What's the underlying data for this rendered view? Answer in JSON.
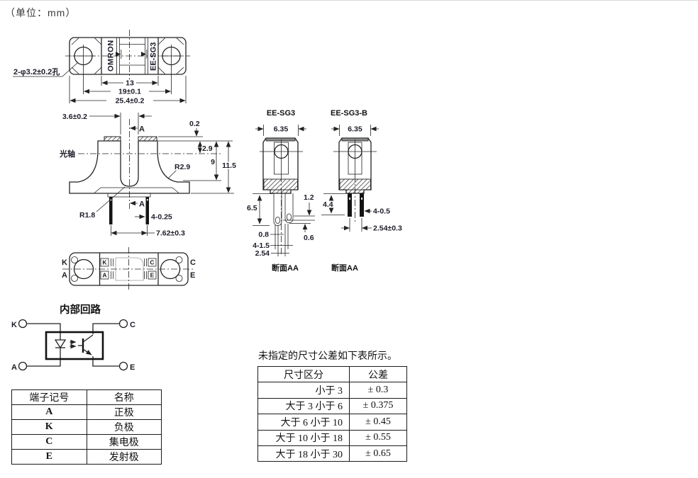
{
  "page": {
    "unit_label": "（单位：mm）"
  },
  "top_view": {
    "brand": "OMRON",
    "model": "EE-SG3",
    "hole_label": "2-φ3.2±0.2孔",
    "dim_13": "13",
    "dim_19": "19±0.1",
    "dim_254": "25.4±0.2"
  },
  "side_view": {
    "dim_slot": "3.6±0.2",
    "section_a_top": "A",
    "section_a_bottom": "A",
    "dim_02": "0.2",
    "dim_29": "2.9",
    "dim_9": "9",
    "dim_115": "11.5",
    "optical_axis": "光轴",
    "r29": "R2.9",
    "r18": "R1.8",
    "dim_pin": "4-0.25",
    "dim_762": "7.62±0.3"
  },
  "front_sg3": {
    "title": "EE-SG3",
    "dim_635": "6.35",
    "dim_65": "6.5",
    "dim_12": "1.2",
    "dim_08": "0.8",
    "dim_415": "4-1.5",
    "dim_254": "2.54",
    "dim_06": "0.6",
    "section_label": "断面AA"
  },
  "front_sg3b": {
    "title": "EE-SG3-B",
    "dim_635": "6.35",
    "dim_44": "4.4",
    "dim_405": "4-0.5",
    "dim_254": "2.54±0.3",
    "section_label": "断面AA"
  },
  "bottom_view": {
    "outer": [
      "K",
      "A",
      "C",
      "E"
    ],
    "boxed": [
      "K",
      "A",
      "C",
      "E"
    ]
  },
  "circuit": {
    "title": "内部回路",
    "k": "K",
    "a": "A",
    "c": "C",
    "e": "E"
  },
  "tolerance_note": "未指定的尺寸公差如下表所示。",
  "terminal_table": {
    "headers": [
      "端子记号",
      "名称"
    ],
    "rows": [
      [
        "A",
        "正极"
      ],
      [
        "K",
        "负极"
      ],
      [
        "C",
        "集电极"
      ],
      [
        "E",
        "发射极"
      ]
    ]
  },
  "tolerance_table": {
    "headers": [
      "尺寸区分",
      "公差"
    ],
    "rows": [
      [
        "小于 3",
        "± 0.3"
      ],
      [
        "大于 3 小于 6",
        "± 0.375"
      ],
      [
        "大于 6 小于 10",
        "± 0.45"
      ],
      [
        "大于 10 小于 18",
        "± 0.55"
      ],
      [
        "大于 18 小于 30",
        "± 0.65"
      ]
    ]
  }
}
